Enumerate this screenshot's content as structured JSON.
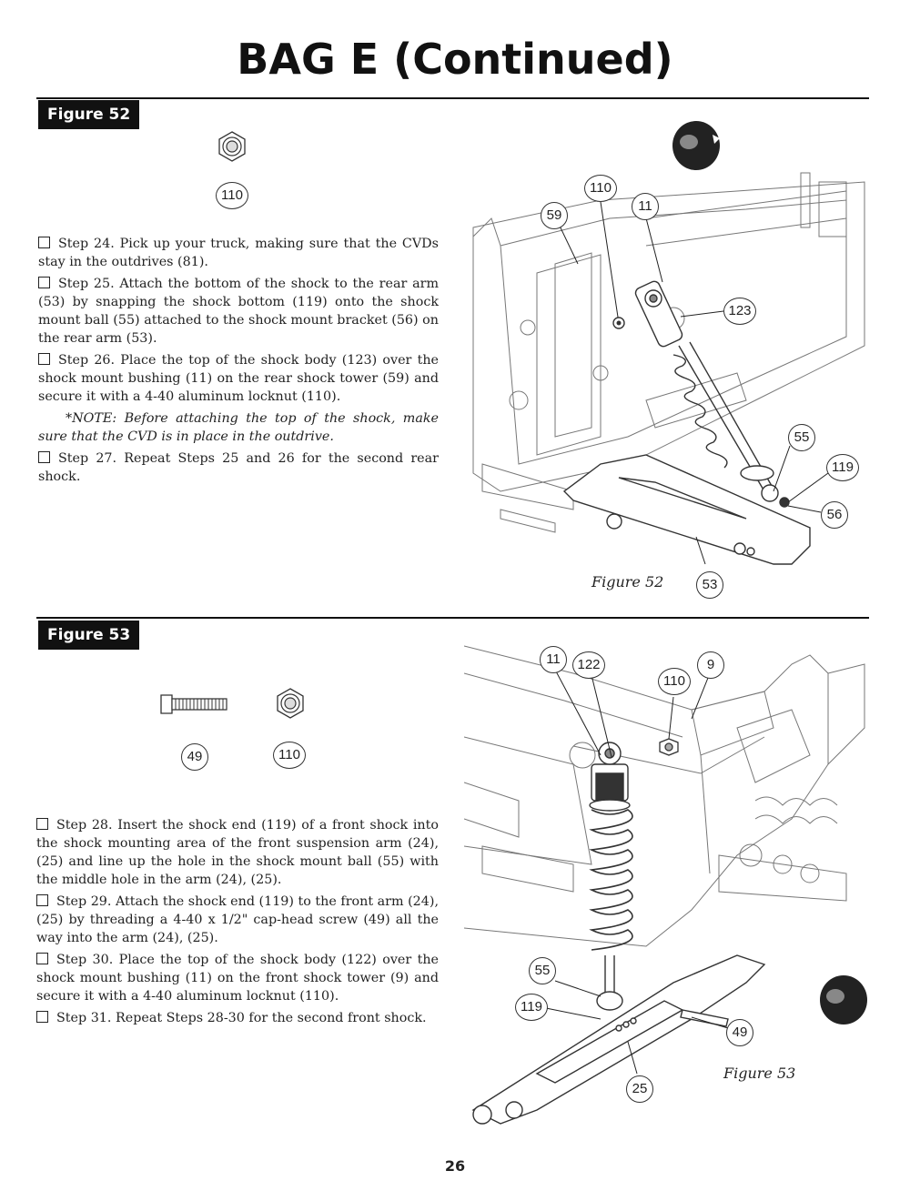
{
  "page": {
    "title": "BAG E (Continued)",
    "page_number": "26"
  },
  "figure52": {
    "label": "Figure 52",
    "parts": [
      "110"
    ],
    "steps": [
      "Step 24. Pick up your truck, making sure that the CVDs stay in the outdrives (81).",
      "Step 25. Attach the bottom of the shock to the rear arm (53) by snapping the shock bottom (119) onto the shock mount ball (55) attached to the shock mount bracket (56) on the rear arm (53).",
      "Step 26. Place the top of the shock body (123) over the shock mount bushing (11) on the rear shock tower (59) and secure it with a 4-40 aluminum locknut (110).",
      "Step 27. Repeat Steps 25 and 26 for the second rear shock."
    ],
    "note": "*NOTE: Before attaching the top of the shock, make sure that the CVD is in place in the outdrive.",
    "caption": "Figure 52",
    "callouts": [
      "110",
      "59",
      "11",
      "123",
      "55",
      "119",
      "56",
      "53"
    ]
  },
  "figure53": {
    "label": "Figure 53",
    "parts": [
      "49",
      "110"
    ],
    "steps": [
      "Step 28. Insert the shock end (119) of a front shock into the shock mounting area of the front suspension arm (24), (25) and line up the hole in the shock mount ball (55) with the middle hole in the arm (24), (25).",
      "Step 29. Attach the shock end (119) to the front arm (24), (25) by threading a 4-40 x 1/2\" cap-head screw (49) all the way into the arm (24), (25).",
      "Step 30. Place the top of the shock body (122) over the shock mount bushing (11) on the front shock tower (9) and secure it with a 4-40 aluminum locknut (110).",
      "Step 31. Repeat Steps 28-30 for the second front shock."
    ],
    "caption": "Figure 53",
    "callouts": [
      "11",
      "122",
      "9",
      "110",
      "55",
      "119",
      "49",
      "25"
    ]
  }
}
